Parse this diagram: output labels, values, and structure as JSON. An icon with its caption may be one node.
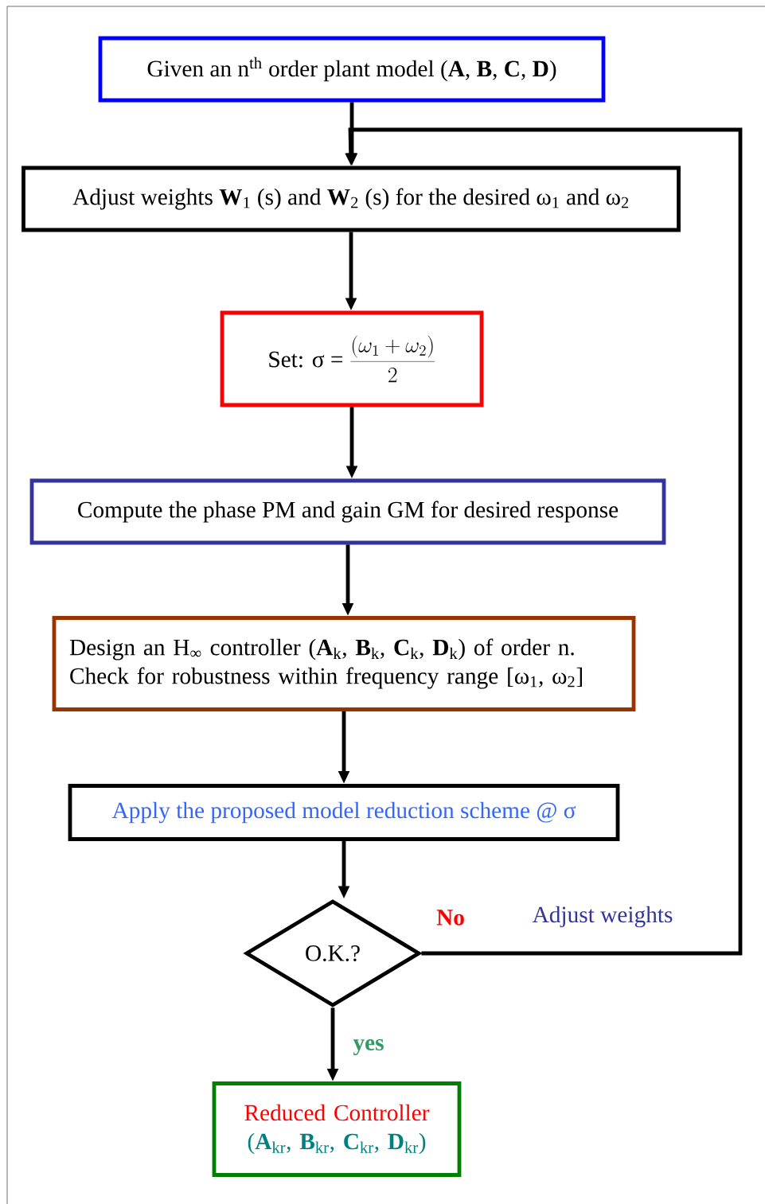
{
  "diagram": {
    "nodes": [
      {
        "text": [
          "Given an n$^{th}$ order plant model (**A**, **B**, **C**, **D**)"
        ]
      },
      {
        "text": [
          "Adjust weights **W**$_{1}$ (s) and **W**$_{2}$ (s) for the desired ω$_{1}$ and ω$_{2}$"
        ]
      },
      {
        "text": [
          "Set: σ =",
          "\\frac{(\\omega_1 + \\omega_2)}{2}"
        ]
      },
      {
        "text": [
          "Compute the phase PM and gain GM for desired response"
        ]
      },
      {
        "text": [
          "Design an H$_{∞}$ controller (**A**$_{k}$, **B**$_{k}$, **C**$_{k}$, **D**$_{k}$) of order n. Check for robustness within frequency range [ω$_{1}$, ω$_{2}$]"
        ]
      },
      {
        "text": [
          "Apply the proposed model reduction scheme @ σ"
        ]
      },
      {
        "text": [
          "O.K.?"
        ]
      },
      {
        "text": [
          "Reduced Controller",
          "(**A**$_{kr}$, **B**$_{kr}$, **C**$_{kr}$, **D**$_{kr}$)"
        ]
      }
    ],
    "edges": [
      {
        "from": 0,
        "to": 1,
        "arrow": "to"
      },
      {
        "from": 1,
        "to": 2,
        "arrow": "to"
      },
      {
        "from": 2,
        "to": 3,
        "arrow": "to"
      },
      {
        "from": 3,
        "to": 4,
        "arrow": "to"
      },
      {
        "from": 4,
        "to": 5,
        "arrow": "to"
      },
      {
        "from": 5,
        "to": 6,
        "arrow": "to"
      },
      {
        "from": 6,
        "to": 7,
        "label": "yes",
        "arrow": "to"
      },
      {
        "from": 6,
        "to": 1,
        "label": "No",
        "arrow": "to"
      }
    ],
    "labels": [
      "Adjust weights"
    ]
  }
}
